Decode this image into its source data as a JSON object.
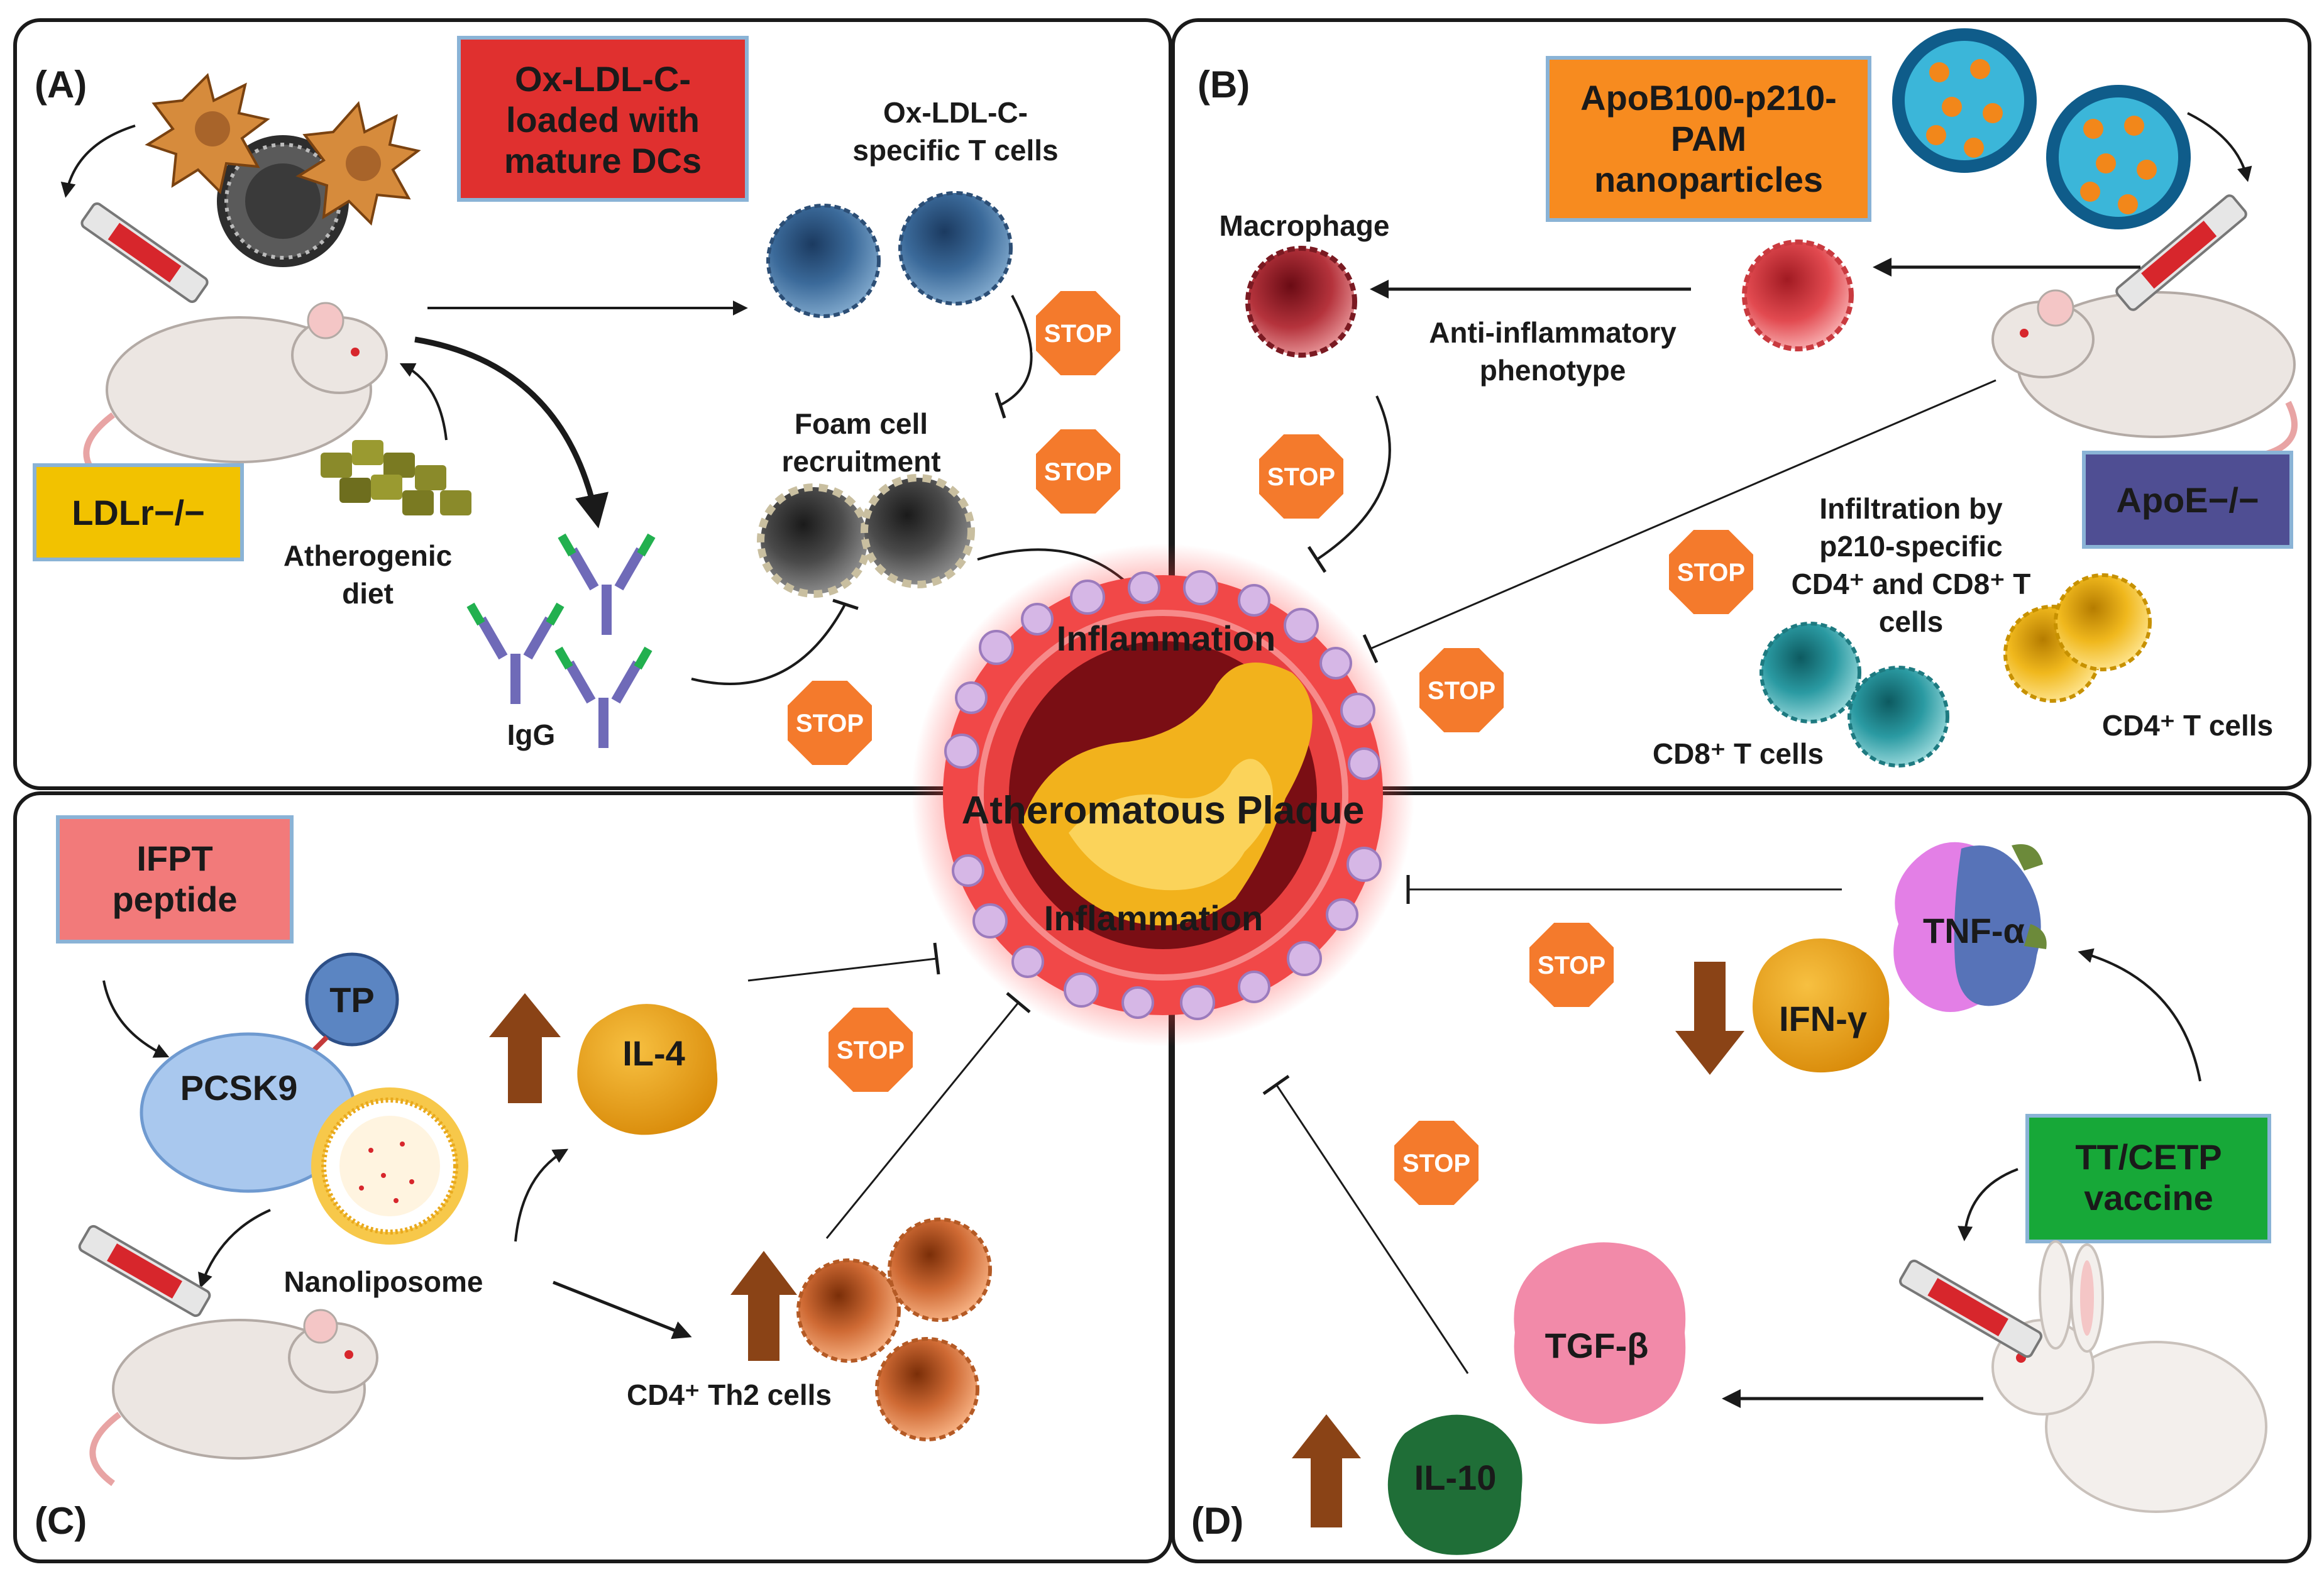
{
  "panels": {
    "a": {
      "letter": "(A)",
      "box_title": [
        "Ox-LDL-C-",
        "loaded with",
        "mature DCs"
      ],
      "t_cells": [
        "Ox-LDL-C-",
        "specific T cells"
      ],
      "foam": [
        "Foam cell",
        "recruitment"
      ],
      "mouse_label": "LDLr−/−",
      "diet": [
        "Atherogenic",
        "diet"
      ],
      "igg": "IgG"
    },
    "b": {
      "letter": "(B)",
      "box_title": [
        "ApoB100-p210-",
        "PAM",
        "nanoparticles"
      ],
      "macrophage": "Macrophage",
      "phenotype": [
        "Anti-inflammatory",
        "phenotype"
      ],
      "mouse_label": "ApoE−/−",
      "infiltration": [
        "Infiltration by",
        "p210-specific",
        "CD4⁺ and CD8⁺ T",
        "cells"
      ],
      "cd8": "CD8⁺ T cells",
      "cd4": "CD4⁺ T cells"
    },
    "c": {
      "letter": "(C)",
      "box_title": [
        "IFPT",
        "peptide"
      ],
      "tp": "TP",
      "pcsk9": "PCSK9",
      "il4": "IL-4",
      "nanoliposome": "Nanoliposome",
      "th2": "CD4⁺ Th2 cells"
    },
    "d": {
      "letter": "(D)",
      "box_title": [
        "TT/CETP",
        "vaccine"
      ],
      "tnf": "TNF-α",
      "ifn": "IFN-γ",
      "tgf": "TGF-β",
      "il10": "IL-10"
    }
  },
  "center": {
    "title": "Atheromatous Plaque",
    "inflammation_top": "Inflammation",
    "inflammation_bottom": "Inflammation"
  },
  "stop_sign_text": "STOP",
  "colors": {
    "box_red": "#e0302f",
    "box_orange": "#f78b1f",
    "box_yellow": "#f2c200",
    "box_purple": "#4f4e93",
    "box_pink": "#f27a7a",
    "box_green": "#17a838",
    "stop": "#f47a2c",
    "arrow_up": "#8a4316"
  }
}
